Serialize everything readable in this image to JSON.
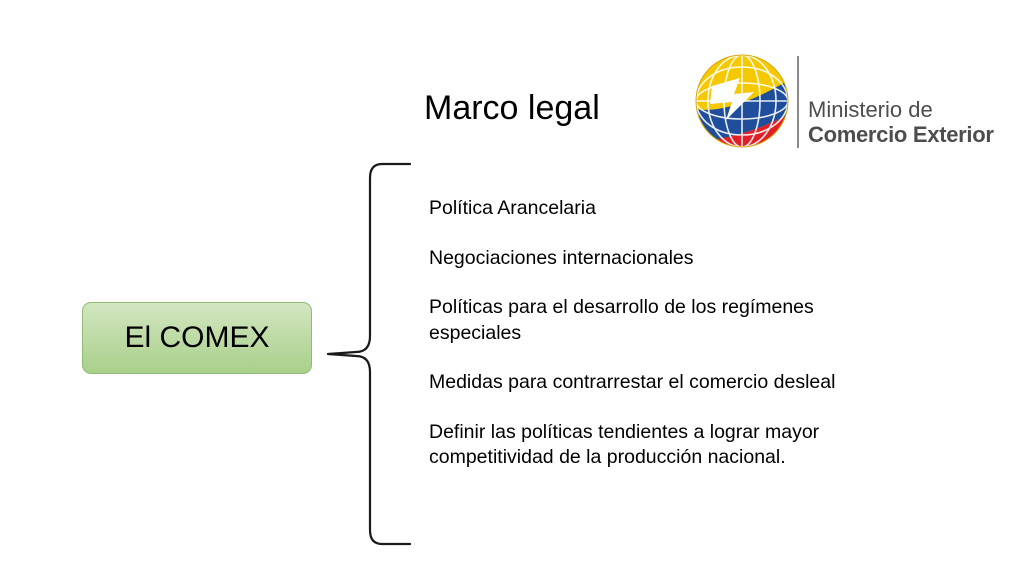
{
  "slide": {
    "title": "Marco legal"
  },
  "logo": {
    "line1": "Ministerio de",
    "line2": "Comercio Exterior",
    "colors": {
      "yellow": "#f6c800",
      "blue": "#1f4e9c",
      "red": "#e21f26",
      "text": "#4d4d4d"
    }
  },
  "central_node": {
    "label": "El COMEX",
    "fill": "#b5d79b",
    "border": "#8fbb73"
  },
  "items": [
    "Política Arancelaria",
    "Negociaciones internacionales",
    "Políticas para el desarrollo de los regímenes especiales",
    "Medidas para contrarrestar el comercio desleal",
    "Definir las políticas tendientes a lograr mayor competitividad de la producción  nacional."
  ]
}
